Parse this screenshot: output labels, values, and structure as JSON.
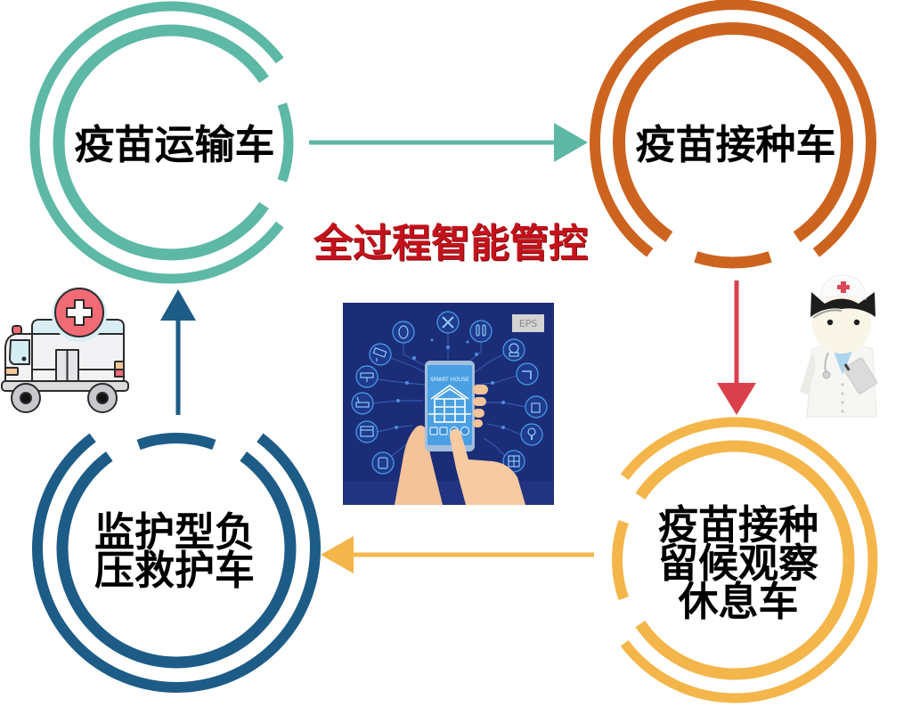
{
  "diagram": {
    "title": "全过程智能管控",
    "title_color": "#c4121b",
    "nodes": [
      {
        "label_lines": [
          "疫苗运输车"
        ],
        "color": "#5db8a6"
      },
      {
        "label_lines": [
          "疫苗接种车"
        ],
        "color": "#cc6420"
      },
      {
        "label_lines": [
          "疫苗接种",
          "留候观察",
          "休息车"
        ],
        "color": "#f4b64a"
      },
      {
        "label_lines": [
          "监护型负",
          "压救护车"
        ],
        "color": "#1d5c87"
      }
    ],
    "arrows": [
      {
        "from": "疫苗运输车",
        "to": "疫苗接种车",
        "direction": "right",
        "color": "#5db8a6"
      },
      {
        "from": "疫苗接种车",
        "to": "疫苗接种留候观察休息车",
        "direction": "down",
        "color": "#d9404c"
      },
      {
        "from": "疫苗接种留候观察休息车",
        "to": "监护型负压救护车",
        "direction": "left",
        "color": "#f4b64a"
      },
      {
        "from": "监护型负压救护车",
        "to": "疫苗运输车",
        "direction": "up",
        "color": "#1d5c87"
      }
    ],
    "center_image": {
      "badge": "EPS",
      "phone_app_title": "SMART HOUSE",
      "background": "#1c2d78",
      "icons": [
        "mask-icon",
        "tools-icon",
        "thermometer-icon",
        "camera-icon",
        "face-icon",
        "projector-icon",
        "faucet-icon",
        "router-icon",
        "lock-icon",
        "window-icon",
        "bulb-icon",
        "hand-icon",
        "panel-icon"
      ]
    },
    "side_illustrations": [
      {
        "name": "ambulance-icon",
        "accent": "#f06b76"
      },
      {
        "name": "nurse-icon",
        "accent": "#d9404c"
      }
    ]
  }
}
